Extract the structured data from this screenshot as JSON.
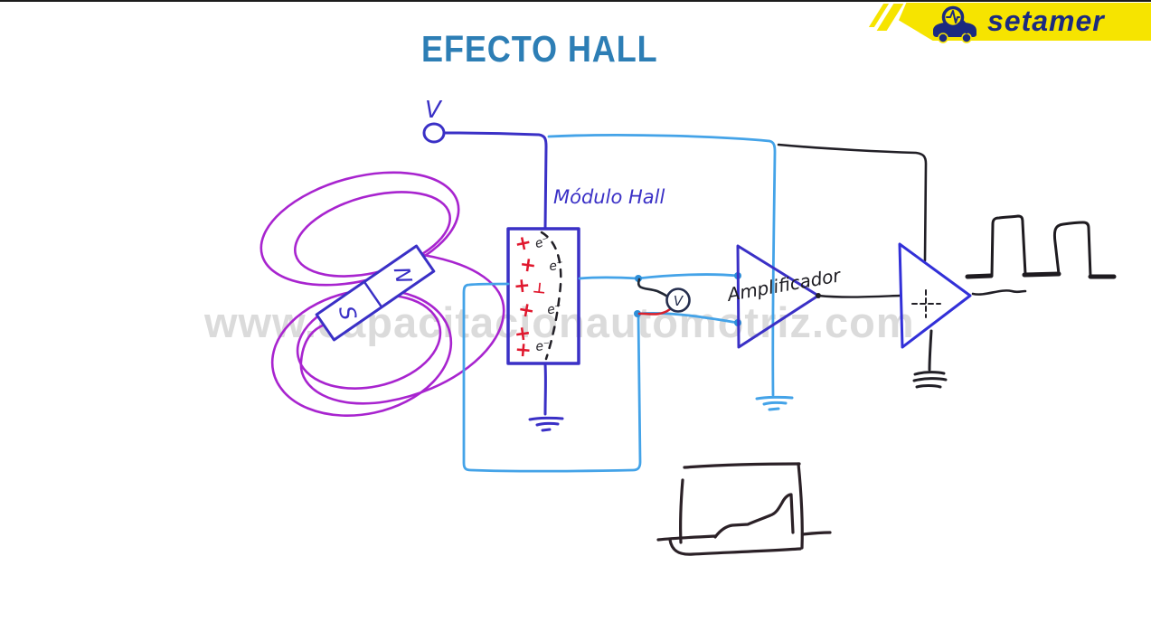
{
  "title": "EFECTO HALL",
  "logo": {
    "brand": "setamer",
    "banner_color": "#F6E400",
    "text_color": "#1B2A80"
  },
  "watermark": "www.capacitacionautomotriz.com",
  "diagram": {
    "supply_label": "V",
    "module_label": "Módulo Hall",
    "amplifier_label": "Amplificador",
    "voltmeter_label": "V",
    "magnet": {
      "north": "N",
      "south": "S"
    },
    "plus_marks": [
      "+",
      "+",
      "+",
      "+",
      "+",
      "+"
    ],
    "perp_mark": "⊥",
    "electron_marks": [
      "e⁻",
      "e⁻",
      "e⁻",
      "e⁻"
    ],
    "colors": {
      "title_blue": "#2D7EB5",
      "ink_dark_blue": "#3A30C6",
      "ink_light_blue": "#44A3E8",
      "ink_purple": "#A824CF",
      "ink_red": "#E0182E",
      "ink_black": "#211F26",
      "logo_yellow": "#F6E400",
      "logo_navy": "#1B2A80",
      "watermark_gray": "#C9C9C9"
    }
  }
}
